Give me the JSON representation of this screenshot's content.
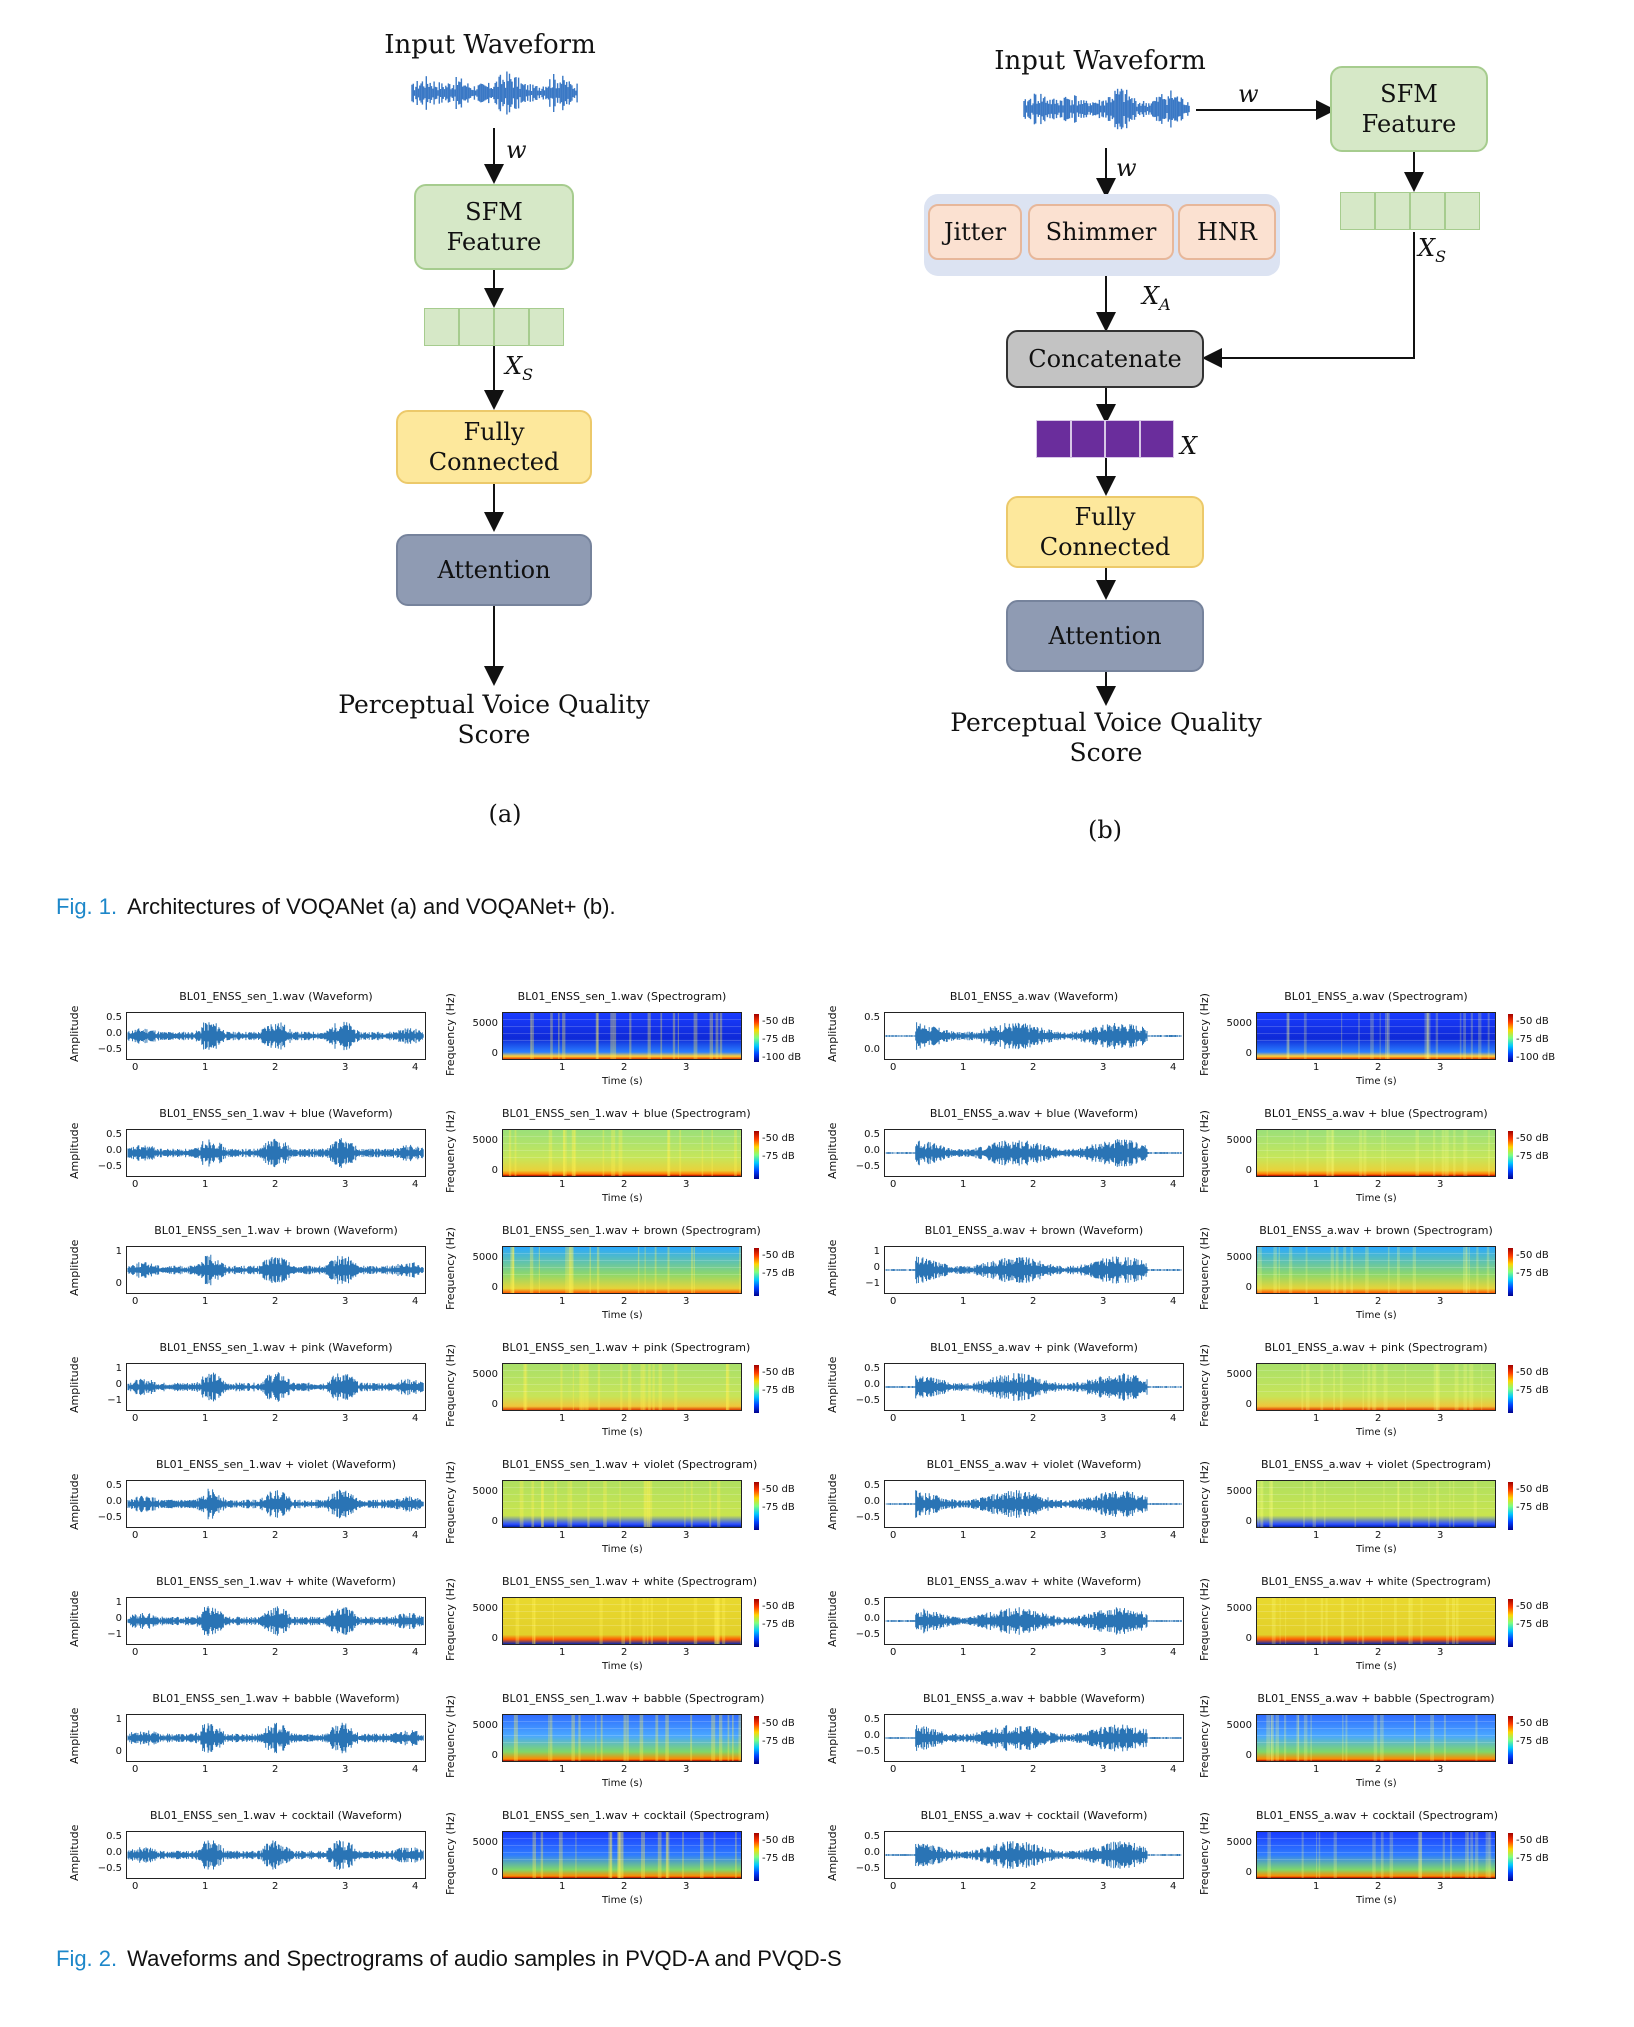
{
  "fig1": {
    "a": {
      "input_label": "Input Waveform",
      "w": "w",
      "sfm": [
        "SFM",
        "Feature"
      ],
      "xs": "X",
      "xs_sub": "S",
      "fc": [
        "Fully",
        "Connected"
      ],
      "attention": "Attention",
      "output": [
        "Perceptual Voice Quality",
        "Score"
      ],
      "panel": "(a)"
    },
    "b": {
      "input_label": "Input Waveform",
      "w_right": "w",
      "w_down": "w",
      "sfm": [
        "SFM",
        "Feature"
      ],
      "xs": "X",
      "xs_sub": "S",
      "jitter": "Jitter",
      "shimmer": "Shimmer",
      "hnr": "HNR",
      "xa": "X",
      "xa_sub": "A",
      "concat": "Concatenate",
      "x": "X",
      "fc": [
        "Fully",
        "Connected"
      ],
      "attention": "Attention",
      "output": [
        "Perceptual Voice Quality",
        "Score"
      ],
      "panel": "(b)"
    },
    "caption_label": "Fig. 1.",
    "caption_text": "Architectures of VOQANet (a) and VOQANet+ (b)."
  },
  "fig2": {
    "caption_label": "Fig. 2.",
    "caption_text": "Waveforms and Spectrograms of audio samples in PVQD-A and PVQD-S",
    "rows": [
      {
        "wf1": "BL01_ENSS_sen_1.wav (Waveform)",
        "sp1": "BL01_ENSS_sen_1.wav (Spectrogram)",
        "wf2": "BL01_ENSS_a.wav (Waveform)",
        "sp2": "BL01_ENSS_a.wav (Spectrogram)",
        "yt1": [
          "0.5",
          "0.0",
          "−0.5"
        ],
        "yt2": [
          "0.5",
          "0.0"
        ],
        "cb1": [
          "-50 dB",
          "-75 dB",
          "-100 dB"
        ],
        "cb2": [
          "-50 dB",
          "-75 dB",
          "-100 dB"
        ]
      },
      {
        "wf1": "BL01_ENSS_sen_1.wav + blue (Waveform)",
        "sp1": "BL01_ENSS_sen_1.wav + blue (Spectrogram)",
        "wf2": "BL01_ENSS_a.wav + blue (Waveform)",
        "sp2": "BL01_ENSS_a.wav + blue (Spectrogram)",
        "yt1": [
          "0.5",
          "0.0",
          "−0.5"
        ],
        "yt2": [
          "0.5",
          "0.0",
          "−0.5"
        ],
        "cb1": [
          "-50 dB",
          "-75 dB"
        ],
        "cb2": [
          "-50 dB",
          "-75 dB"
        ]
      },
      {
        "wf1": "BL01_ENSS_sen_1.wav + brown (Waveform)",
        "sp1": "BL01_ENSS_sen_1.wav + brown (Spectrogram)",
        "wf2": "BL01_ENSS_a.wav + brown (Waveform)",
        "sp2": "BL01_ENSS_a.wav + brown (Spectrogram)",
        "yt1": [
          "1",
          "0"
        ],
        "yt2": [
          "1",
          "0",
          "−1"
        ],
        "cb1": [
          "-50 dB",
          "-75 dB"
        ],
        "cb2": [
          "-50 dB",
          "-75 dB"
        ]
      },
      {
        "wf1": "BL01_ENSS_sen_1.wav + pink (Waveform)",
        "sp1": "BL01_ENSS_sen_1.wav + pink (Spectrogram)",
        "wf2": "BL01_ENSS_a.wav + pink (Waveform)",
        "sp2": "BL01_ENSS_a.wav + pink (Spectrogram)",
        "yt1": [
          "1",
          "0",
          "−1"
        ],
        "yt2": [
          "0.5",
          "0.0",
          "−0.5"
        ],
        "cb1": [
          "-50 dB",
          "-75 dB"
        ],
        "cb2": [
          "-50 dB",
          "-75 dB"
        ]
      },
      {
        "wf1": "BL01_ENSS_sen_1.wav + violet (Waveform)",
        "sp1": "BL01_ENSS_sen_1.wav + violet (Spectrogram)",
        "wf2": "BL01_ENSS_a.wav + violet (Waveform)",
        "sp2": "BL01_ENSS_a.wav + violet (Spectrogram)",
        "yt1": [
          "0.5",
          "0.0",
          "−0.5"
        ],
        "yt2": [
          "0.5",
          "0.0",
          "−0.5"
        ],
        "cb1": [
          "-50 dB",
          "-75 dB"
        ],
        "cb2": [
          "-50 dB",
          "-75 dB"
        ]
      },
      {
        "wf1": "BL01_ENSS_sen_1.wav + white (Waveform)",
        "sp1": "BL01_ENSS_sen_1.wav + white (Spectrogram)",
        "wf2": "BL01_ENSS_a.wav + white (Waveform)",
        "sp2": "BL01_ENSS_a.wav + white (Spectrogram)",
        "yt1": [
          "1",
          "0",
          "−1"
        ],
        "yt2": [
          "0.5",
          "0.0",
          "−0.5"
        ],
        "cb1": [
          "-50 dB",
          "-75 dB"
        ],
        "cb2": [
          "-50 dB",
          "-75 dB"
        ]
      },
      {
        "wf1": "BL01_ENSS_sen_1.wav + babble (Waveform)",
        "sp1": "BL01_ENSS_sen_1.wav + babble (Spectrogram)",
        "wf2": "BL01_ENSS_a.wav + babble (Waveform)",
        "sp2": "BL01_ENSS_a.wav + babble (Spectrogram)",
        "yt1": [
          "1",
          "0"
        ],
        "yt2": [
          "0.5",
          "0.0",
          "−0.5"
        ],
        "cb1": [
          "-50 dB",
          "-75 dB"
        ],
        "cb2": [
          "-50 dB",
          "-75 dB"
        ]
      },
      {
        "wf1": "BL01_ENSS_sen_1.wav + cocktail (Waveform)",
        "sp1": "BL01_ENSS_sen_1.wav + cocktail (Spectrogram)",
        "wf2": "BL01_ENSS_a.wav + cocktail (Waveform)",
        "sp2": "BL01_ENSS_a.wav + cocktail (Spectrogram)",
        "yt1": [
          "0.5",
          "0.0",
          "−0.5"
        ],
        "yt2": [
          "0.5",
          "0.0",
          "−0.5"
        ],
        "cb1": [
          "-50 dB",
          "-75 dB"
        ],
        "cb2": [
          "-50 dB",
          "-75 dB"
        ]
      }
    ],
    "wf_xticks": [
      "0",
      "1",
      "2",
      "3",
      "4"
    ],
    "sp_xticks": [
      "1",
      "2",
      "3"
    ],
    "sp_yticks": [
      "5000",
      "0"
    ],
    "amplitude_label": "Amplitude",
    "frequency_label": "Frequency (Hz)",
    "time_label": "Time (s)",
    "colors": {
      "wave": "#2a74b5",
      "accent": "#1d87c9"
    }
  }
}
